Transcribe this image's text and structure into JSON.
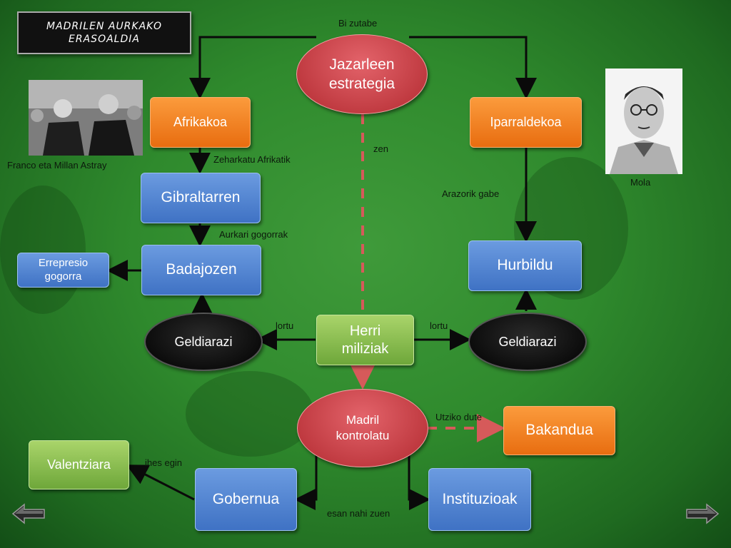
{
  "title": {
    "line1": "MADRILEN AURKAKO",
    "line2": "ERASOALDIA"
  },
  "photos": {
    "franco": {
      "caption": "Franco eta Millan Astray"
    },
    "mola": {
      "caption": "Mola"
    }
  },
  "nodes": {
    "jazarleen_estrategia": "Jazarleen estrategia",
    "afrikakoa": "Afrikakoa",
    "iparraldekoa": "Iparraldekoa",
    "gibraltarren": "Gibraltarren",
    "badajozen": "Badajozen",
    "errepresio_gogorra": "Errepresio gogorra",
    "hurbildu": "Hurbildu",
    "geldiarazi_left": "Geldiarazi",
    "geldiarazi_right": "Geldiarazi",
    "herri_miliziak": "Herri miliziak",
    "madril_kontrolatu": "Madril kontrolatu",
    "bakandua": "Bakandua",
    "valentziara": "Valentziara",
    "gobernua": "Gobernua",
    "instituzioak": "Instituzioak"
  },
  "edge_labels": {
    "bi_zutabe": "Bi zutabe",
    "zen": "zen",
    "zeharkatu_afrikatik": "Zeharkatu Afrikatik",
    "arazorik_gabe": "Arazorik gabe",
    "aurkari_gogorrak": "Aurkari gogorrak",
    "lortu_left": "lortu",
    "lortu_right": "lortu",
    "utziko_dute": "Utziko dute",
    "ihes_egin": "ihes egin",
    "esan_nahi_zuen": "esan nahi zuen"
  },
  "navigation": {
    "back": "arrow-left-icon",
    "forward": "arrow-right-icon"
  },
  "colors": {
    "background": "#2f8a2d",
    "orange": "#f28a24",
    "blue": "#4f82d0",
    "green": "#8cc04e",
    "red": "#c9383e",
    "black": "#000000",
    "dashed_line": "#d65a5a"
  }
}
